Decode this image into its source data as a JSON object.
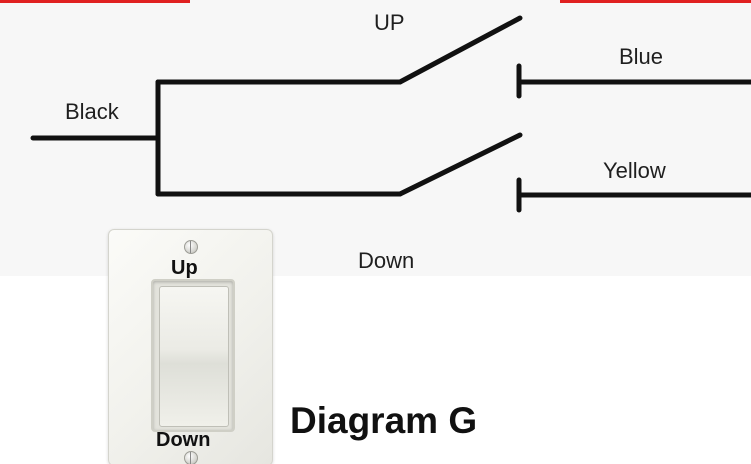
{
  "diagram": {
    "wire_labels": {
      "black": "Black",
      "up": "UP",
      "blue": "Blue",
      "yellow": "Yellow",
      "down": "Down"
    },
    "switch_plate": {
      "top_label": "Up",
      "bottom_label": "Down"
    },
    "caption": "Diagram G",
    "colors": {
      "wire": "#111111",
      "top_accent": "#e02020",
      "background": "#f7f7f7"
    }
  }
}
